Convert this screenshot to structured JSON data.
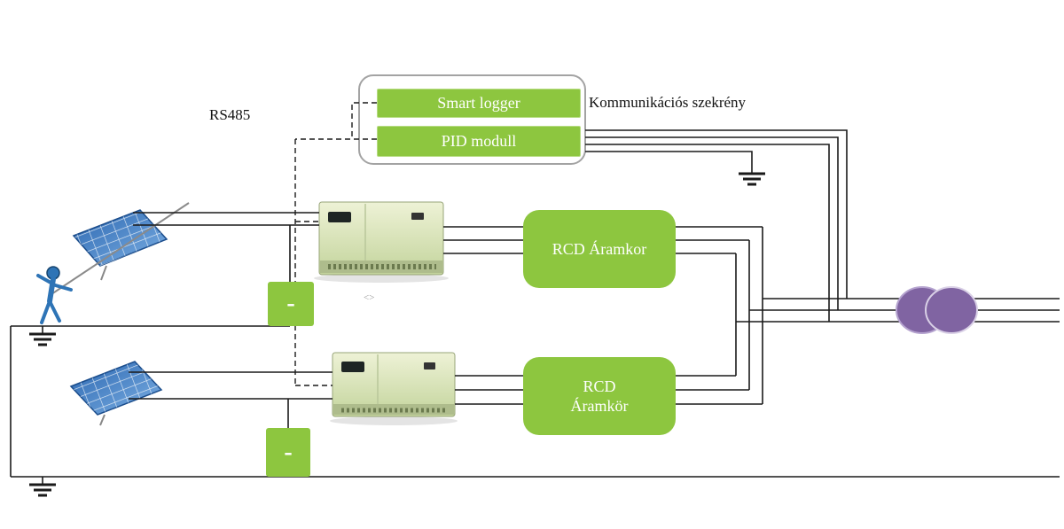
{
  "labels": {
    "rs485": "RS485",
    "cabinet_label": "Kommunikációs szekrény",
    "smart_logger": "Smart logger",
    "pid_module": "PID modull",
    "rcd_top": "RCD Áramkor",
    "rcd_bottom_line1": "RCD",
    "rcd_bottom_line2": "Áramkör",
    "dc_box_top": "-",
    "dc_box_bottom": "-",
    "inverter_mark": "<>"
  },
  "colors": {
    "box_green": "#8DC63F",
    "transformer_purple": "#8064A2",
    "line_black": "#1a1a1a"
  }
}
